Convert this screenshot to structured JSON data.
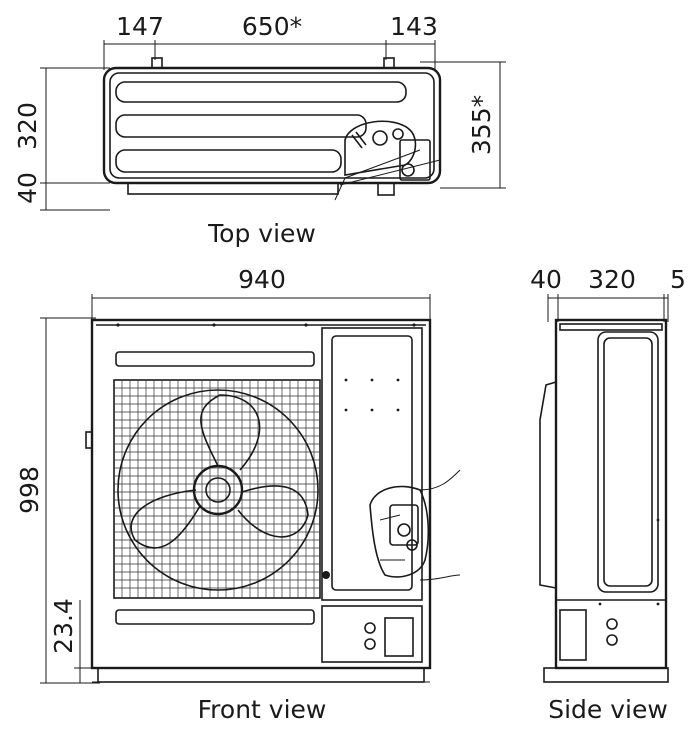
{
  "top_view": {
    "caption": "Top view",
    "dim_left": "147",
    "dim_center": "650*",
    "dim_right": "143",
    "dim_depth": "320",
    "dim_offset": "40",
    "dim_total_depth": "355*"
  },
  "front_view": {
    "caption": "Front view",
    "dim_width": "940",
    "dim_height": "998",
    "dim_base": "23.4"
  },
  "side_view": {
    "caption": "Side view",
    "dim_left": "40",
    "dim_center": "320",
    "dim_right": "5"
  }
}
